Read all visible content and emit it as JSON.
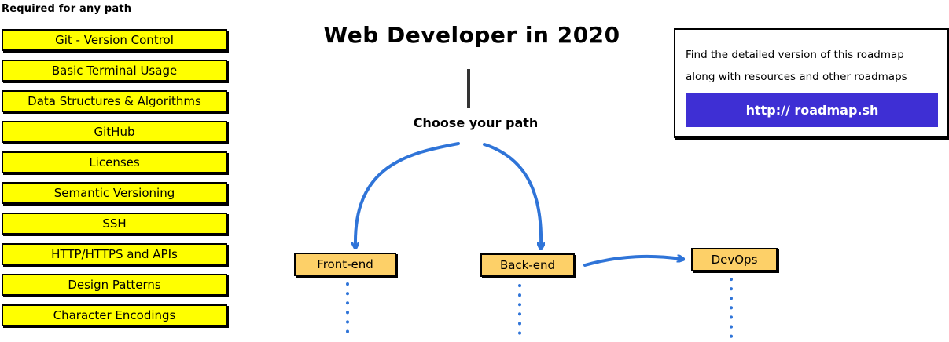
{
  "sidebar": {
    "heading": "Required for any path",
    "items": [
      {
        "label": "Git - Version Control"
      },
      {
        "label": "Basic Terminal Usage"
      },
      {
        "label": "Data Structures & Algorithms"
      },
      {
        "label": "GitHub"
      },
      {
        "label": "Licenses"
      },
      {
        "label": "Semantic Versioning"
      },
      {
        "label": "SSH"
      },
      {
        "label": "HTTP/HTTPS and APIs"
      },
      {
        "label": "Design Patterns"
      },
      {
        "label": "Character Encodings"
      }
    ]
  },
  "main": {
    "title": "Web Developer in 2020",
    "choose_path": "Choose your path",
    "paths": {
      "frontend": "Front-end",
      "backend": "Back-end",
      "devops": "DevOps"
    }
  },
  "info": {
    "line1": "Find the detailed version of this roadmap",
    "line2": "along with resources and other roadmaps",
    "link_label": "http:// roadmap.sh"
  },
  "colors": {
    "required_item": "#ffff00",
    "path_node": "#fdd068",
    "arrow": "#2f74d8",
    "link_button": "#3e2fd4"
  }
}
